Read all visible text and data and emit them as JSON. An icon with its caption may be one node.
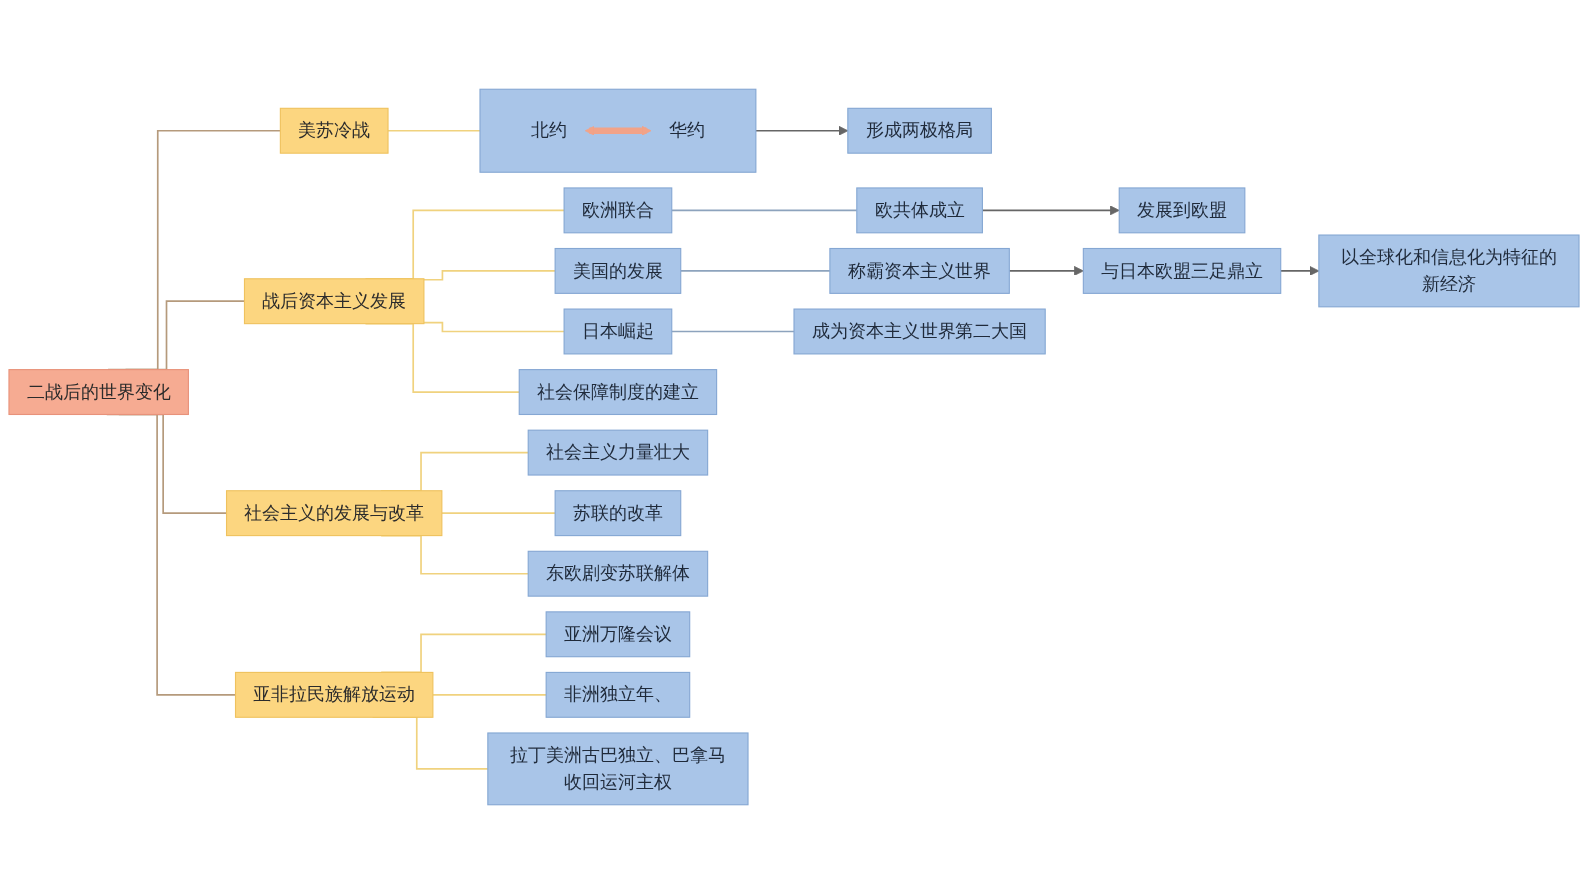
{
  "diagram": {
    "nodes": [
      {
        "text": [
          "二战后的世界变化"
        ]
      },
      {
        "text": [
          "美苏冷战"
        ]
      },
      {
        "text": [],
        "shape": "box"
      },
      {
        "text": [
          "北约"
        ],
        "in": 2
      },
      {
        "text": [
          "华约"
        ],
        "in": 2
      },
      {
        "text": [
          "形成两极格局"
        ]
      },
      {
        "text": [
          "战后资本主义发展"
        ]
      },
      {
        "text": [
          "欧洲联合"
        ]
      },
      {
        "text": [
          "欧共体成立"
        ]
      },
      {
        "text": [
          "发展到欧盟"
        ]
      },
      {
        "text": [
          "美国的发展"
        ]
      },
      {
        "text": [
          "称霸资本主义世界"
        ]
      },
      {
        "text": [
          "与日本欧盟三足鼎立"
        ]
      },
      {
        "text": [
          "以全球化和信息化为特征的新经济"
        ]
      },
      {
        "text": [
          "日本崛起"
        ]
      },
      {
        "text": [
          "成为资本主义世界第二大国"
        ]
      },
      {
        "text": [
          "社会保障制度的建立"
        ]
      },
      {
        "text": [
          "社会主义的发展与改革"
        ]
      },
      {
        "text": [
          "社会主义力量壮大"
        ]
      },
      {
        "text": [
          "苏联的改革"
        ]
      },
      {
        "text": [
          "东欧剧变苏联解体"
        ]
      },
      {
        "text": [
          "亚非拉民族解放运动"
        ]
      },
      {
        "text": [
          "亚洲万隆会议"
        ]
      },
      {
        "text": [
          "非洲独立年、"
        ]
      },
      {
        "text": [
          "拉丁美洲古巴独立、巴拿马收回运河主权"
        ]
      }
    ],
    "edges": [
      {
        "from": 0,
        "to": 1,
        "arrow": "none",
        "color": "#b59a7c"
      },
      {
        "from": 1,
        "to": 2,
        "arrow": "none"
      },
      {
        "from": 3,
        "to": 4,
        "arrow": "both",
        "style": "thick",
        "color": "#f2a388"
      },
      {
        "from": 2,
        "to": 5,
        "arrow": "to",
        "color": "#666666"
      },
      {
        "from": 0,
        "to": 6,
        "arrow": "none",
        "color": "#b59a7c"
      },
      {
        "from": 6,
        "to": 7,
        "arrow": "none"
      },
      {
        "from": 7,
        "to": 8,
        "arrow": "none",
        "color": "#8da3bd"
      },
      {
        "from": 8,
        "to": 9,
        "arrow": "to",
        "color": "#666666"
      },
      {
        "from": 6,
        "to": 10,
        "arrow": "none"
      },
      {
        "from": 10,
        "to": 11,
        "arrow": "none",
        "color": "#8da3bd"
      },
      {
        "from": 11,
        "to": 12,
        "arrow": "to",
        "color": "#666666"
      },
      {
        "from": 12,
        "to": 13,
        "arrow": "to",
        "color": "#666666"
      },
      {
        "from": 6,
        "to": 14,
        "arrow": "none"
      },
      {
        "from": 14,
        "to": 15,
        "arrow": "none",
        "color": "#8da3bd"
      },
      {
        "from": 6,
        "to": 16,
        "arrow": "none"
      },
      {
        "from": 0,
        "to": 17,
        "arrow": "none",
        "color": "#b59a7c"
      },
      {
        "from": 17,
        "to": 18,
        "arrow": "none"
      },
      {
        "from": 17,
        "to": 19,
        "arrow": "none"
      },
      {
        "from": 17,
        "to": 20,
        "arrow": "none"
      },
      {
        "from": 0,
        "to": 21,
        "arrow": "none",
        "color": "#b59a7c"
      },
      {
        "from": 21,
        "to": 22,
        "arrow": "none"
      },
      {
        "from": 21,
        "to": 23,
        "arrow": "none"
      },
      {
        "from": 21,
        "to": 24,
        "arrow": "none"
      }
    ]
  }
}
